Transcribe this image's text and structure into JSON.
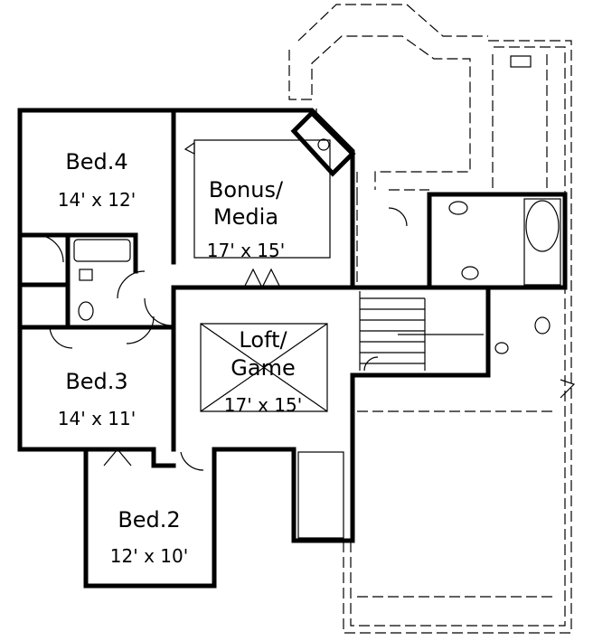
{
  "rooms": [
    {
      "name": "Bed.4",
      "size": "14' x 12'"
    },
    {
      "name": "Bonus/",
      "name2": "Media",
      "size": "17' x 15'"
    },
    {
      "name": "Loft/",
      "name2": "Game",
      "size": "17' x 15'"
    },
    {
      "name": "Bed.3",
      "size": "14' x 11'"
    },
    {
      "name": "Bed.2",
      "size": "12' x 10'"
    }
  ]
}
